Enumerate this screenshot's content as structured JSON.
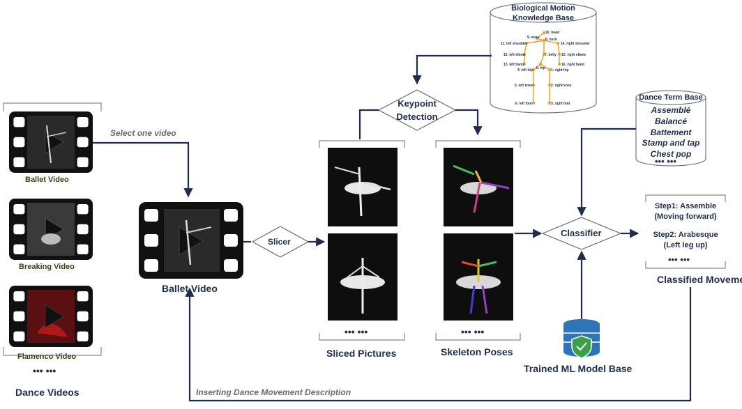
{
  "videos": {
    "ballet_label": "Ballet Video",
    "breaking_label": "Breaking Video",
    "flamenco_label": "Flamenco Video",
    "more": "••• •••",
    "group_label": "Dance Videos",
    "select_label": "Select one video"
  },
  "center_video": {
    "label": "Ballet Video"
  },
  "slicer": {
    "label": "Slicer"
  },
  "knowledge_base": {
    "title_line1": "Biological Motion",
    "title_line2": "Knowledge Base",
    "keypoints": [
      "10. head",
      "9. nose",
      "8. neck",
      "11. left shoulder",
      "14. right shoulder",
      "12. left elbow",
      "7. belly",
      "15. right elbow",
      "13. left hand",
      "0. hip",
      "16. right hand",
      "4. left hip",
      "1. right hip",
      "5. left knee",
      "2. right knee",
      "6. left foot",
      "3. right foot"
    ]
  },
  "keypoint_detection": {
    "line1": "Keypoint",
    "line2": "Detection"
  },
  "sliced": {
    "more": "••• •••",
    "label": "Sliced Pictures"
  },
  "skeleton": {
    "more": "••• •••",
    "label": "Skeleton Poses"
  },
  "classifier": {
    "label": "Classifier"
  },
  "dance_terms": {
    "title": "Dance Term Base",
    "items": [
      "Assemblé",
      "Balancé",
      "Battement",
      "Stamp and tap",
      "Chest pop"
    ],
    "more": "••• •••"
  },
  "classified": {
    "step1_line1": "Step1: Assemble",
    "step1_line2": "(Moving forward)",
    "step2_line1": "Step2: Arabesque",
    "step2_line2": "(Left leg up)",
    "more": "••• •••",
    "label": "Classified Movement"
  },
  "ml_base": {
    "label": "Trained ML Model Base"
  },
  "feedback": {
    "label": "Inserting Dance Movement Description"
  },
  "colors": {
    "arrow": "#1f2d4d",
    "green_text": "#2e4a12",
    "flamenco_red": "#b01818",
    "shield_green": "#3aa04a",
    "db_blue": "#2f73b8"
  }
}
